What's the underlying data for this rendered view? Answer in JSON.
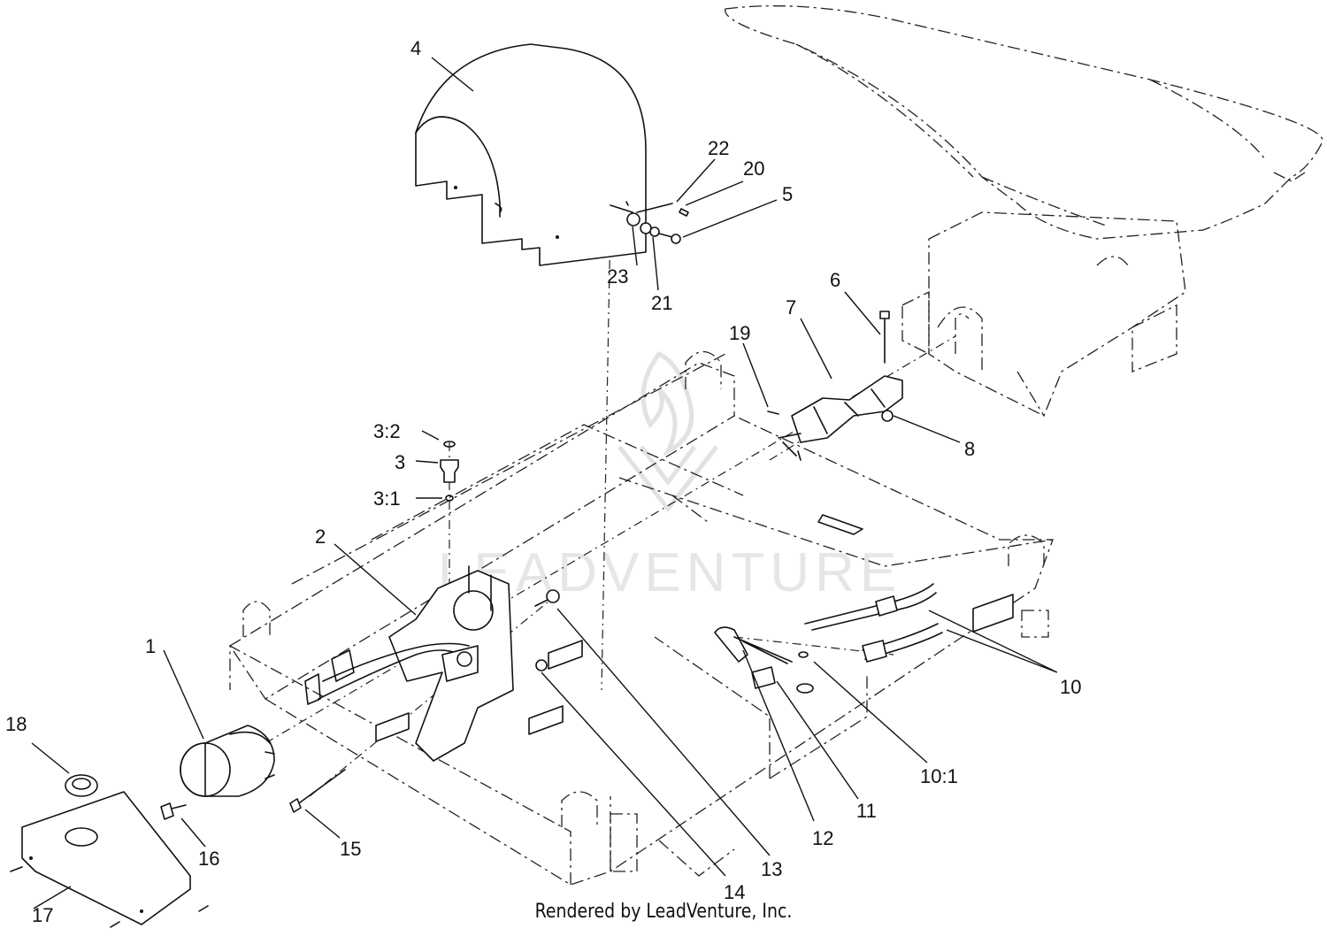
{
  "watermark": "LEADVENTURE",
  "credit": "Rendered by LeadVenture, Inc.",
  "callouts": [
    {
      "id": "c1",
      "text": "1"
    },
    {
      "id": "c2",
      "text": "2"
    },
    {
      "id": "c3-2",
      "text": "3:2"
    },
    {
      "id": "c3",
      "text": "3"
    },
    {
      "id": "c3-1",
      "text": "3:1"
    },
    {
      "id": "c4",
      "text": "4"
    },
    {
      "id": "c5",
      "text": "5"
    },
    {
      "id": "c6",
      "text": "6"
    },
    {
      "id": "c7",
      "text": "7"
    },
    {
      "id": "c8",
      "text": "8"
    },
    {
      "id": "c10",
      "text": "10"
    },
    {
      "id": "c10-1",
      "text": "10:1"
    },
    {
      "id": "c11",
      "text": "11"
    },
    {
      "id": "c12",
      "text": "12"
    },
    {
      "id": "c13",
      "text": "13"
    },
    {
      "id": "c14",
      "text": "14"
    },
    {
      "id": "c15",
      "text": "15"
    },
    {
      "id": "c16",
      "text": "16"
    },
    {
      "id": "c17",
      "text": "17"
    },
    {
      "id": "c18",
      "text": "18"
    },
    {
      "id": "c19",
      "text": "19"
    },
    {
      "id": "c20",
      "text": "20"
    },
    {
      "id": "c21",
      "text": "21"
    },
    {
      "id": "c22",
      "text": "22"
    },
    {
      "id": "c23",
      "text": "23"
    }
  ]
}
